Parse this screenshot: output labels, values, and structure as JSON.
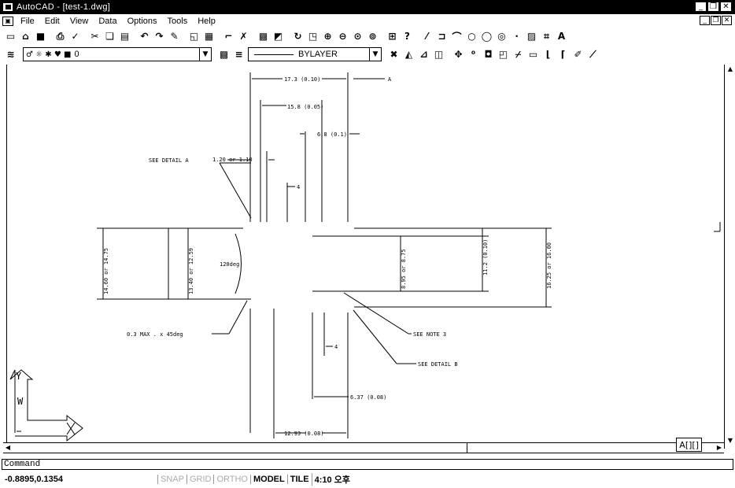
{
  "window": {
    "title": "AutoCAD - [test-1.dwg]"
  },
  "menu": {
    "items": [
      "File",
      "Edit",
      "View",
      "Data",
      "Options",
      "Tools",
      "Help"
    ]
  },
  "toolbar2": {
    "layer": "0",
    "linetype": "BYLAYER"
  },
  "drawing": {
    "labels": {
      "a_top": "A",
      "d1": "17.3 (0.10)",
      "d2": "15.8 (0.05)",
      "d3": "6.8 (0.1)",
      "see_detail_a": "SEE DETAIL A",
      "d4": "1.20 or 1.10",
      "d5": "4",
      "d6": "14.60 or 14.75",
      "d7": "13.40 or 12.59",
      "angle": "120deg",
      "d8": "8.95 or 8.75",
      "d9": "11.2 (0.10)",
      "d10": "16.25 or 16.00",
      "chamfer": "0.3 MAX . x 45deg",
      "see_note_3": "SEE NOTE 3",
      "d11": "4",
      "see_detail_b": "SEE DETAIL B",
      "d12": "6.37 (0.08)",
      "d13": "12.93 (0.08)"
    },
    "ucs": {
      "y": "Y",
      "w": "W"
    }
  },
  "layout_tab": "A[][]",
  "command": {
    "label": "Command"
  },
  "status": {
    "coords": "-0.8895,0.1354",
    "snap": "SNAP",
    "grid": "GRID",
    "ortho": "ORTHO",
    "model": "MODEL",
    "tile": "TILE",
    "time": "4:10 오후"
  }
}
